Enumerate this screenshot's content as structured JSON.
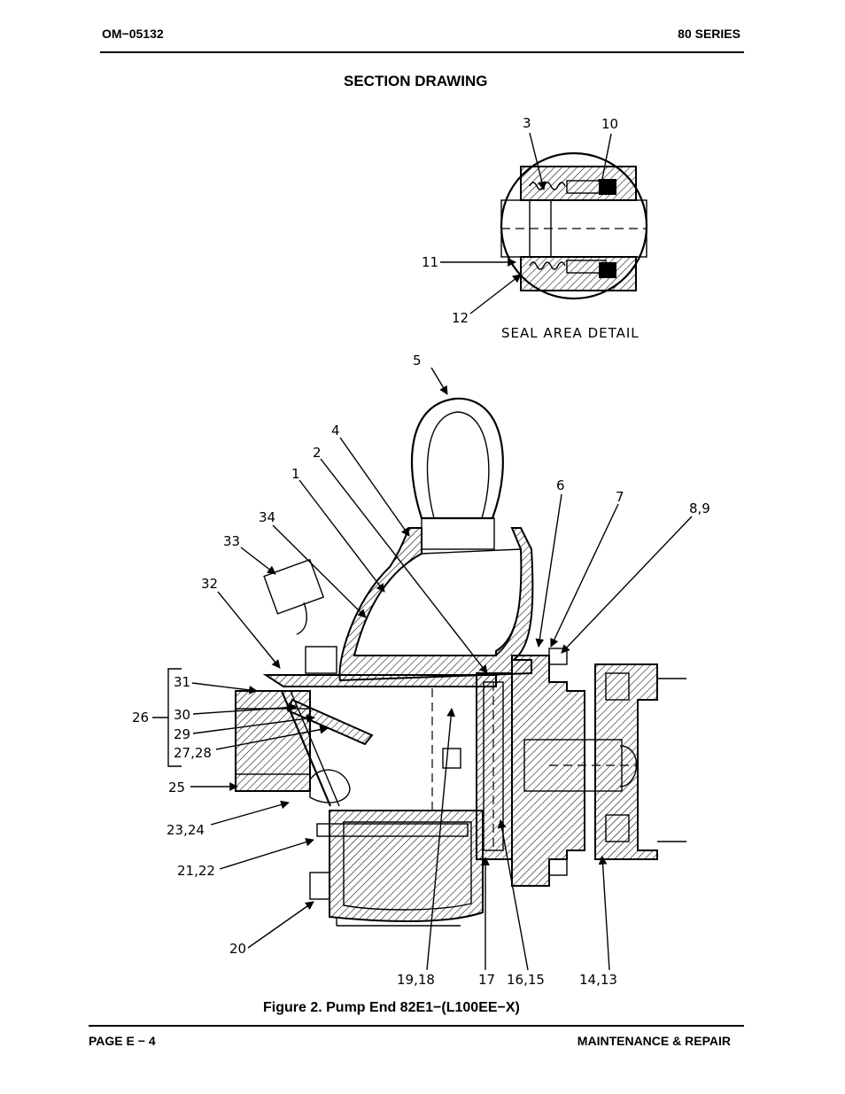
{
  "header": {
    "doc_number": "OM−05132",
    "series": "80 SERIES"
  },
  "section_title": "SECTION DRAWING",
  "seal_detail": {
    "label": "SEAL AREA DETAIL",
    "callouts": [
      "3",
      "10",
      "11",
      "12"
    ]
  },
  "callouts": [
    "5",
    "4",
    "2",
    "1",
    "34",
    "33",
    "32",
    "6",
    "7",
    "8,9",
    "31",
    "26",
    "30",
    "29",
    "27,28",
    "25",
    "23,24",
    "21,22",
    "20",
    "19,18",
    "17",
    "16,15",
    "14,13"
  ],
  "figure_caption": "Figure 2.   Pump End 82E1−(L100EE−X)",
  "footer": {
    "page": "PAGE E − 4",
    "section": "MAINTENANCE & REPAIR"
  }
}
